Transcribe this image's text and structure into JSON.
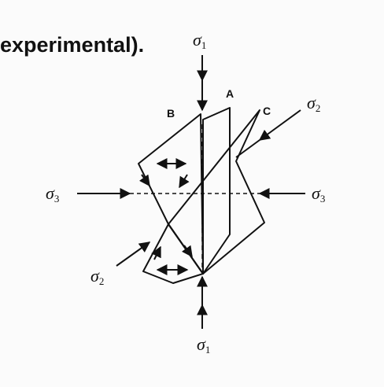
{
  "caption": "experimental).",
  "diagram": {
    "plane_labels": [
      "A",
      "B",
      "C"
    ],
    "stress_labels": {
      "sigma1_top": {
        "symbol": "σ",
        "sub": "1"
      },
      "sigma1_bottom": {
        "symbol": "σ",
        "sub": "1"
      },
      "sigma2_top_right": {
        "symbol": "σ",
        "sub": "2"
      },
      "sigma2_bottom_left": {
        "symbol": "σ",
        "sub": "2"
      },
      "sigma3_left": {
        "symbol": "σ",
        "sub": "3"
      },
      "sigma3_right": {
        "symbol": "σ",
        "sub": "3"
      }
    }
  }
}
